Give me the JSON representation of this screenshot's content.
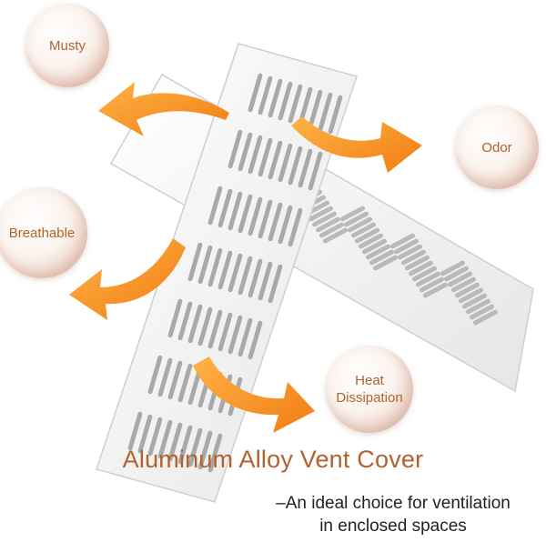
{
  "labels": {
    "musty": "Musty",
    "odor": "Odor",
    "breathable": "Breathable",
    "heat": "Heat\nDissipation"
  },
  "headline": "Aluminum Alloy Vent Cover",
  "subtitle_line1": "–An ideal choice for ventilation",
  "subtitle_line2": "in enclosed spaces",
  "colors": {
    "arrow_orange": "#f7921e",
    "text_brown": "#b2622e",
    "vent_white": "#f4f4f4"
  }
}
